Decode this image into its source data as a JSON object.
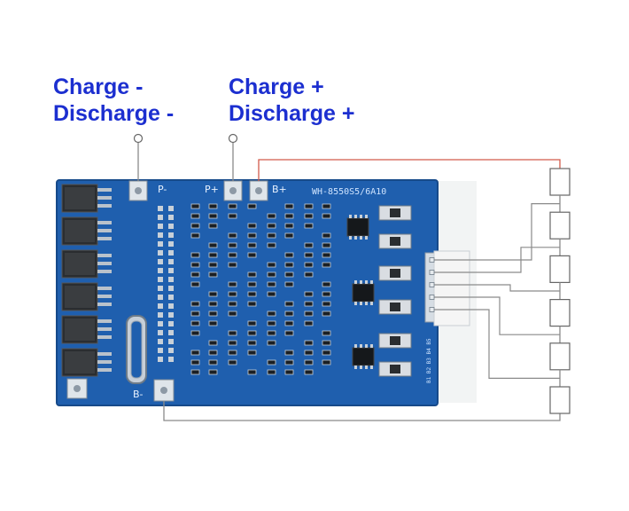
{
  "labels": {
    "left_line1": "Charge -",
    "left_line2": "Discharge -",
    "right_line1": "Charge +",
    "right_line2": "Discharge +"
  },
  "board": {
    "model": "WH-8550S5/6A10",
    "pad_p_minus": "P-",
    "pad_p_plus": "P+",
    "pad_b_plus": "B+",
    "pad_b_minus": "B-",
    "connector_text": "B1 B2 B3 B4 B5"
  },
  "cells": {
    "count": 6
  },
  "colors": {
    "label_blue": "#1c2fd0",
    "pcb_blue": "#1f5fae",
    "wire_red": "#d25a4a",
    "wire_gray": "#8a8a8a"
  }
}
